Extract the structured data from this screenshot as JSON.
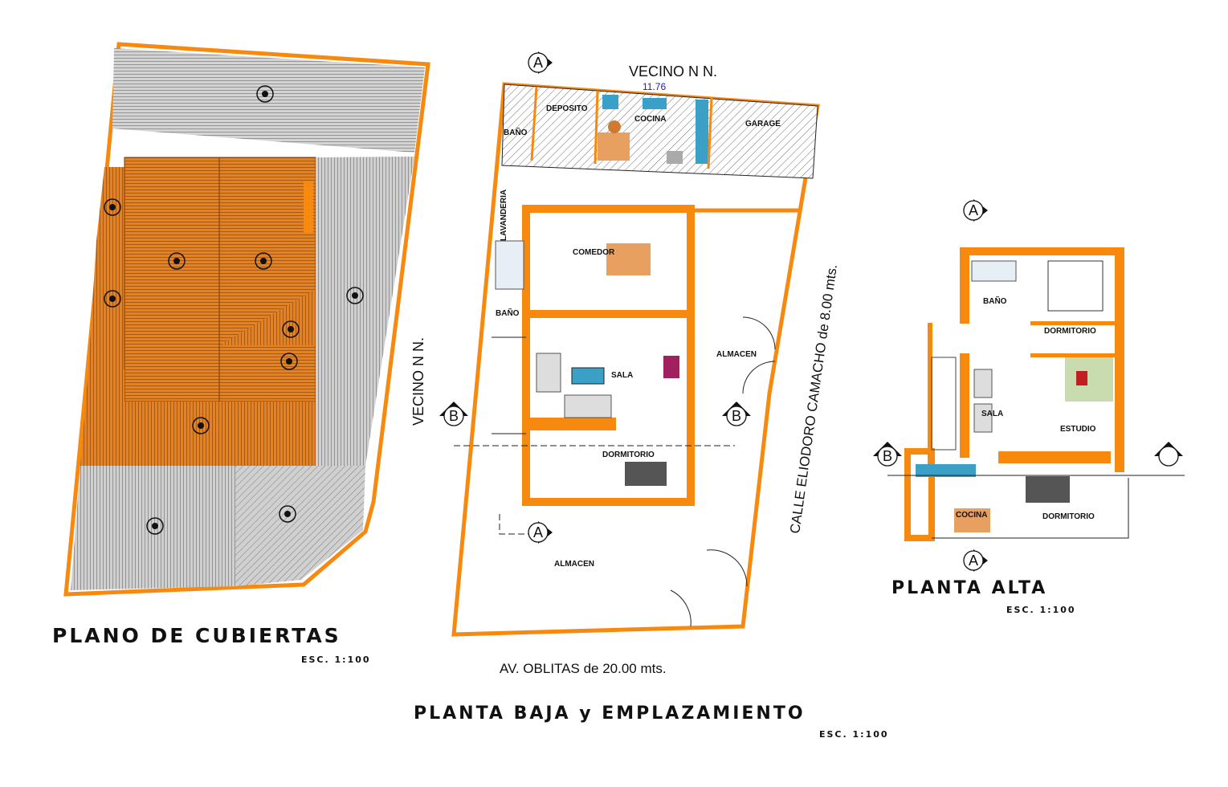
{
  "colors": {
    "wall": "#f7890f",
    "roof_wood": "#e8801c",
    "roof_gray": "#c8c8c8",
    "dimension_blue": "#1a1acc",
    "cabinet_blue": "#3aa0c8"
  },
  "roof_plan": {
    "title": "PLANO DE CUBIERTAS",
    "scale": "ESC. 1:100"
  },
  "ground_floor": {
    "title": "PLANTA BAJA y EMPLAZAMIENTO",
    "scale": "ESC. 1:100",
    "neighbor_top": "VECINO N N.",
    "neighbor_left": "VECINO N N.",
    "top_length": "11.76",
    "street_bottom": "AV. OBLITAS de 20.00 mts.",
    "street_right": "CALLE ELIODORO CAMACHO de 8.00 mts.",
    "rooms": {
      "deposito": "DEPOSITO",
      "bano_top": "BAÑO",
      "cocina": "COCINA",
      "garage": "GARAGE",
      "lavanderia": "LAVANDERIA",
      "comedor": "COMEDOR",
      "bano": "BAÑO",
      "sala": "SALA",
      "almacen_right": "ALMACEN",
      "dormitorio": "DORMITORIO",
      "almacen_bottom": "ALMACEN"
    }
  },
  "upper_floor": {
    "title": "PLANTA ALTA",
    "scale": "ESC. 1:100",
    "rooms": {
      "bano": "BAÑO",
      "dormitorio_top": "DORMITORIO",
      "sala": "SALA",
      "estudio": "ESTUDIO",
      "cocina": "COCINA",
      "dormitorio_bottom": "DORMITORIO"
    }
  },
  "section_markers": {
    "a": "A",
    "b": "B"
  }
}
